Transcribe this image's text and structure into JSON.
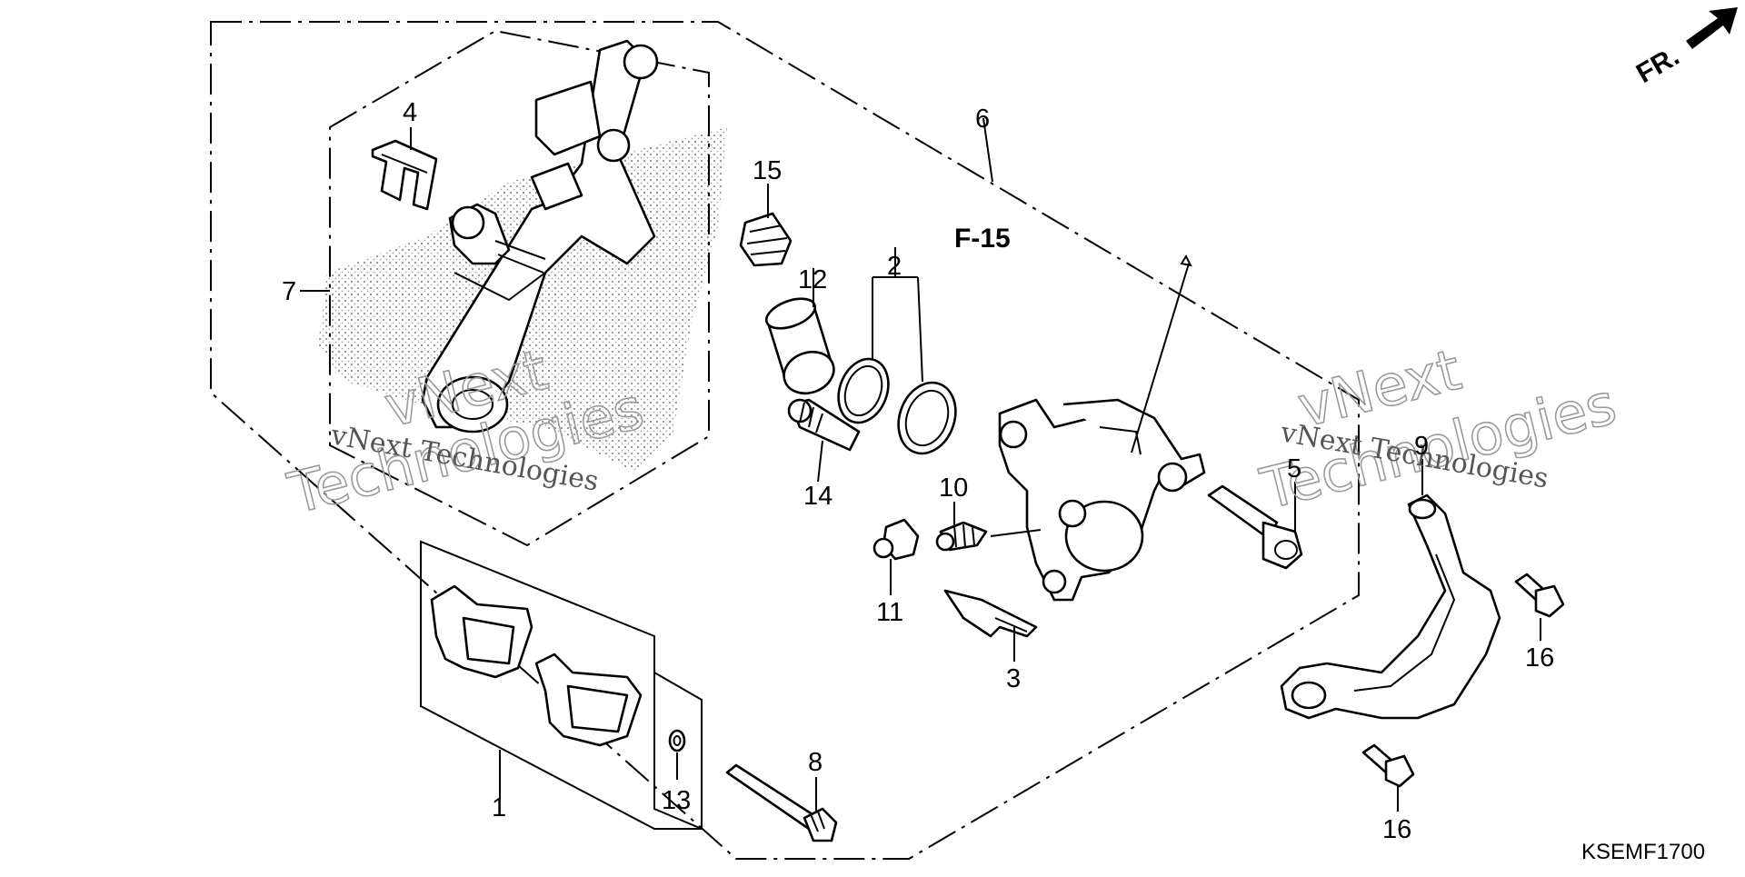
{
  "diagram": {
    "fig_ref": "F-15",
    "direction": "FR.",
    "drawing_code": "KSEMF1700",
    "watermark_brand": "vNext",
    "watermark_text": "Technologies",
    "watermark_full": "vNext Technologies",
    "callouts": {
      "c1": "1",
      "c2": "2",
      "c3": "3",
      "c4": "4",
      "c5": "5",
      "c6": "6",
      "c7": "7",
      "c8": "8",
      "c9": "9",
      "c10": "10",
      "c11": "11",
      "c12": "12",
      "c13": "13",
      "c14": "14",
      "c15": "15",
      "c16a": "16",
      "c16b": "16"
    }
  }
}
